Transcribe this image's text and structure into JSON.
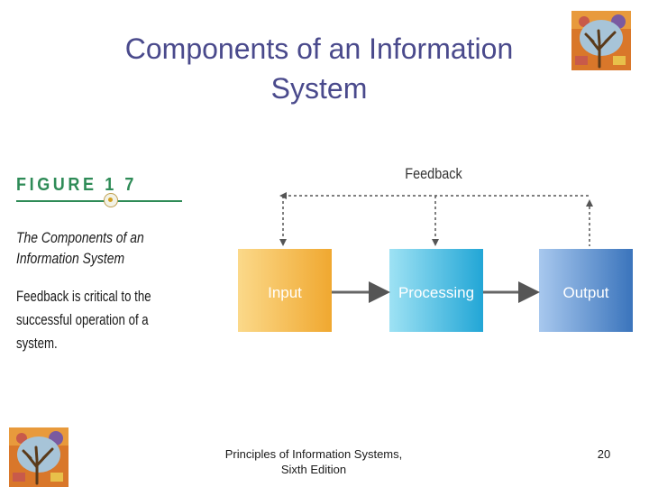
{
  "slide": {
    "title_line1": "Components of an Information",
    "title_line2": "System",
    "title_color": "#4a4a8c"
  },
  "figure": {
    "label": "FIGURE 1   7",
    "caption_title": "The Components of an Information System",
    "caption_body": "Feedback is critical to the successful operation of a system.",
    "accent_color": "#2e8b57"
  },
  "diagram": {
    "feedback_label": "Feedback",
    "boxes": [
      {
        "label": "Input",
        "color": "#f5b94a"
      },
      {
        "label": "Processing",
        "color": "#3bb8de"
      },
      {
        "label": "Output",
        "color": "#4a86c8"
      }
    ]
  },
  "footer": {
    "line1": "Principles of Information Systems,",
    "line2": "Sixth Edition",
    "page_number": "20"
  },
  "logos": {
    "top_right": "tree-logo-icon",
    "bottom_left": "tree-logo-icon"
  }
}
